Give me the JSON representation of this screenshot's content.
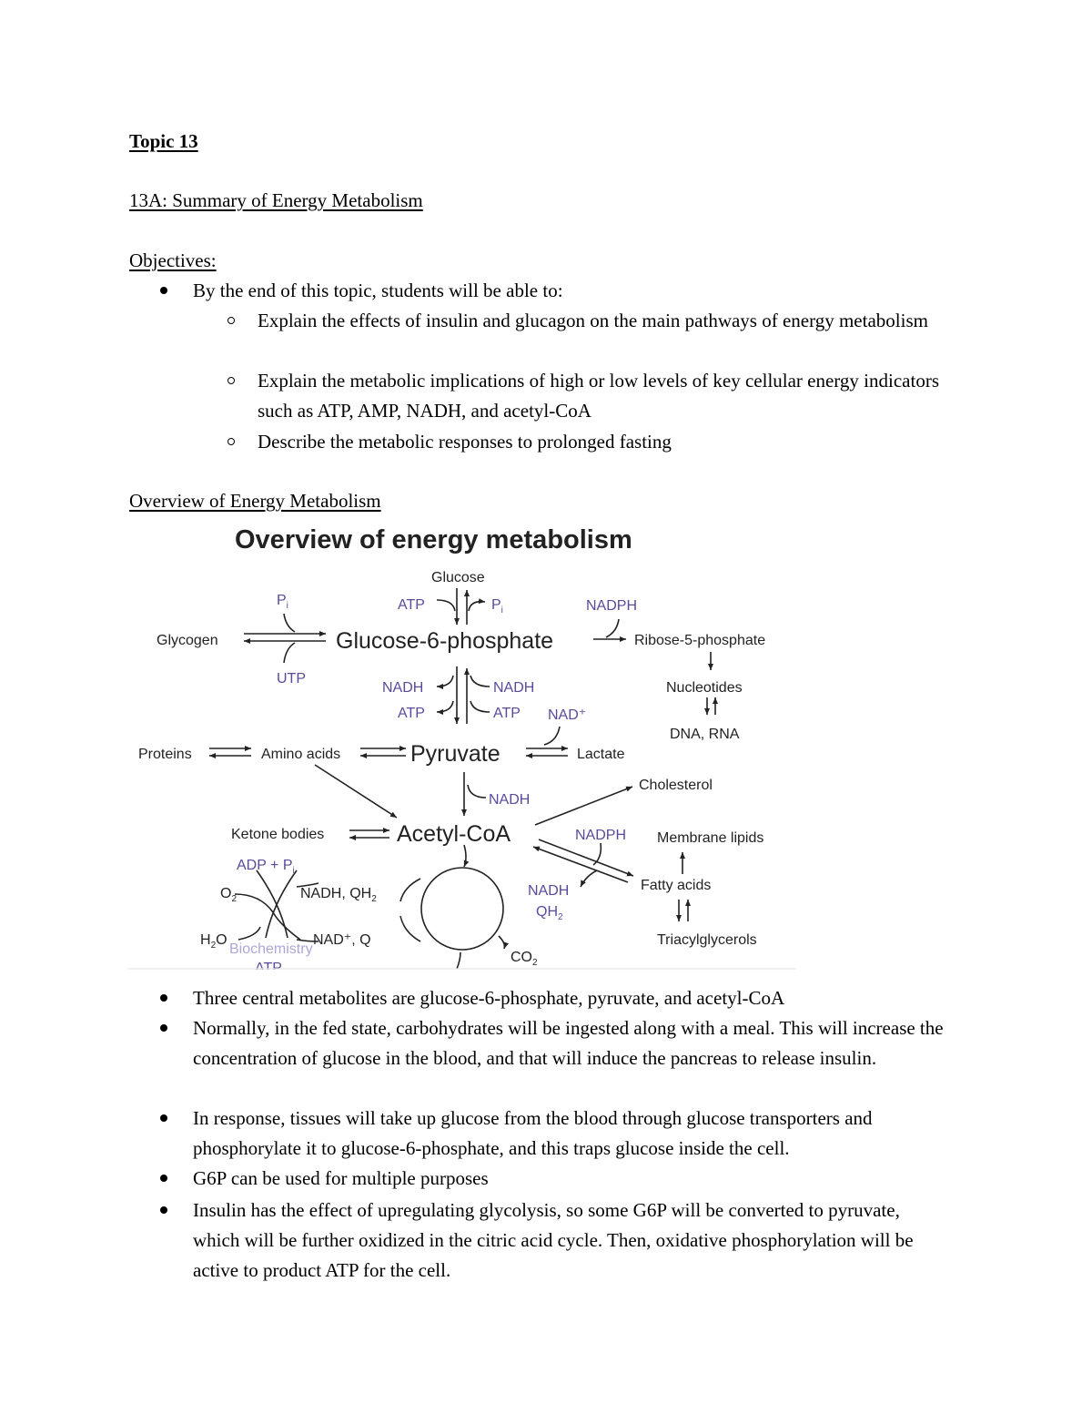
{
  "doc": {
    "topic": "Topic 13",
    "subtitle": "13A: Summary of Energy Metabolism",
    "objectives_label": "Objectives:",
    "objectives": {
      "lead": "By the end of this topic, students will be able to:",
      "items": [
        "Explain the effects of insulin and glucagon on the main pathways of energy metabolism",
        "Explain the metabolic implications of high or low levels of key cellular energy indicators such as ATP, AMP, NADH, and acetyl-CoA",
        "Describe the metabolic responses to prolonged fasting"
      ]
    },
    "overview_heading": "Overview of Energy Metabolism",
    "bullets": [
      "Three central metabolites are glucose-6-phosphate, pyruvate, and acetyl-CoA",
      "Normally, in the fed state, carbohydrates will be ingested along with a meal. This will increase the concentration of glucose in the blood, and that will induce the pancreas to release insulin.",
      "In response, tissues will take up glucose from the blood through glucose transporters and phosphorylate it to glucose-6-phosphate, and this traps glucose inside the cell.",
      "G6P can be used for multiple purposes",
      "Insulin has the effect of upregulating glycolysis, so some G6P will be converted to pyruvate, which will be further oxidized in the citric acid cycle. Then, oxidative phosphorylation will be active to product ATP for the cell."
    ]
  },
  "diagram": {
    "title": "Overview of energy metabolism",
    "glucose": "Glucose",
    "atp1": "ATP",
    "pi1": "P",
    "pi_sub": "i",
    "nadph1": "NADPH",
    "glycogen": "Glycogen",
    "g6p": "Glucose-6-phosphate",
    "r5p": "Ribose-5-phosphate",
    "utp": "UTP",
    "nadh_l": "NADH",
    "atp_l": "ATP",
    "nadh_r": "NADH",
    "atp_r": "ATP",
    "nucleotides": "Nucleotides",
    "nad_plus": "NAD⁺",
    "dna_rna": "DNA, RNA",
    "proteins": "Proteins",
    "amino_acids": "Amino acids",
    "pyruvate": "Pyruvate",
    "lactate": "Lactate",
    "nadh_pdh": "NADH",
    "cholesterol": "Cholesterol",
    "ketone_bodies": "Ketone bodies",
    "acetyl_coa": "Acetyl-CoA",
    "nadph2": "NADPH",
    "membrane_lipids": "Membrane lipids",
    "adp_pi": "ADP + P",
    "o2": "O",
    "nadh_qh2": "NADH, QH",
    "nadh_c": "NADH",
    "qh2": "QH",
    "fatty_acids": "Fatty acids",
    "h2o": "H",
    "h2o_o": "O",
    "nad_q": "NAD⁺, Q",
    "watermark": "Biochemistry",
    "co2": "CO",
    "triacylglycerols": "Triacylglycerols",
    "atp_bottom": "ATP",
    "sub2": "2",
    "colors": {
      "label_dark": "#222222",
      "cofactor_purple": "#5b4a9c",
      "arrow": "#222222"
    }
  }
}
